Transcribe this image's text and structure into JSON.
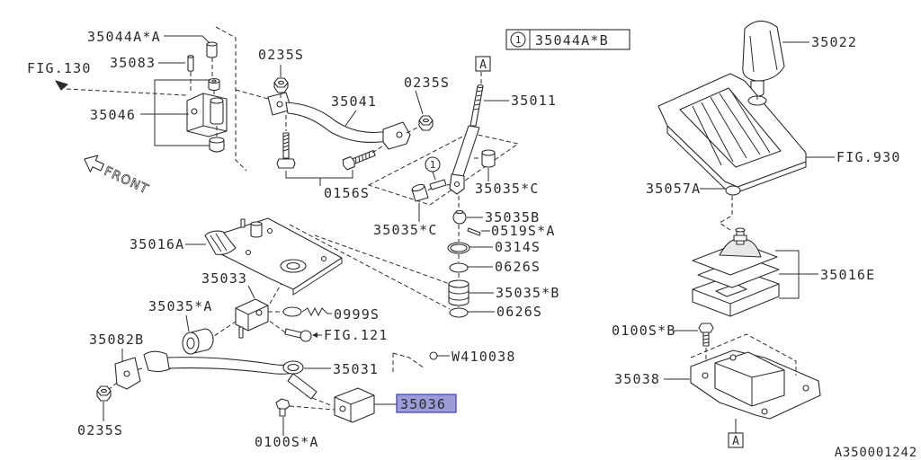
{
  "diagram": {
    "labels": {
      "p35044A_A": "35044A*A",
      "p35083": "35083",
      "fig130": "FIG.130",
      "p35046": "35046",
      "p0235S_top": "0235S",
      "p35041": "35041",
      "p0235S_right": "0235S",
      "p35011": "35011",
      "p35022": "35022",
      "fig930": "FIG.930",
      "p35057A": "35057A",
      "p0156S": "0156S",
      "p35035C_right": "35035*C",
      "p35035B": "35035B",
      "p35035C_left": "35035*C",
      "p0519S_A": "0519S*A",
      "p35016A": "35016A",
      "p0314S": "0314S",
      "p35033": "35033",
      "p0626S_upper": "0626S",
      "p35016E": "35016E",
      "p35035_B": "35035*B",
      "p35035_A": "35035*A",
      "p0999S": "0999S",
      "p0626S_lower": "0626S",
      "p0100S_B": "0100S*B",
      "fig121": "FIG.121",
      "p35082B": "35082B",
      "w410038": "W410038",
      "p35031": "35031",
      "p35038": "35038",
      "p0235S_bottom": "0235S",
      "p0100S_A": "0100S*A"
    },
    "highlighted_part": "35036",
    "reference_box": {
      "index": "1",
      "part": "35044A*B"
    },
    "callout_index": "1",
    "section_marker_top": "A",
    "section_marker_bottom": "A",
    "direction_label": "FRONT",
    "drawing_number": "A350001242"
  },
  "colors": {
    "line": "#2b2b2b",
    "background": "#ffffff",
    "highlight_fill": "#9c9cd8",
    "highlight_border": "#3c3cb4"
  },
  "icons": {
    "direction": "front-arrow-icon"
  }
}
